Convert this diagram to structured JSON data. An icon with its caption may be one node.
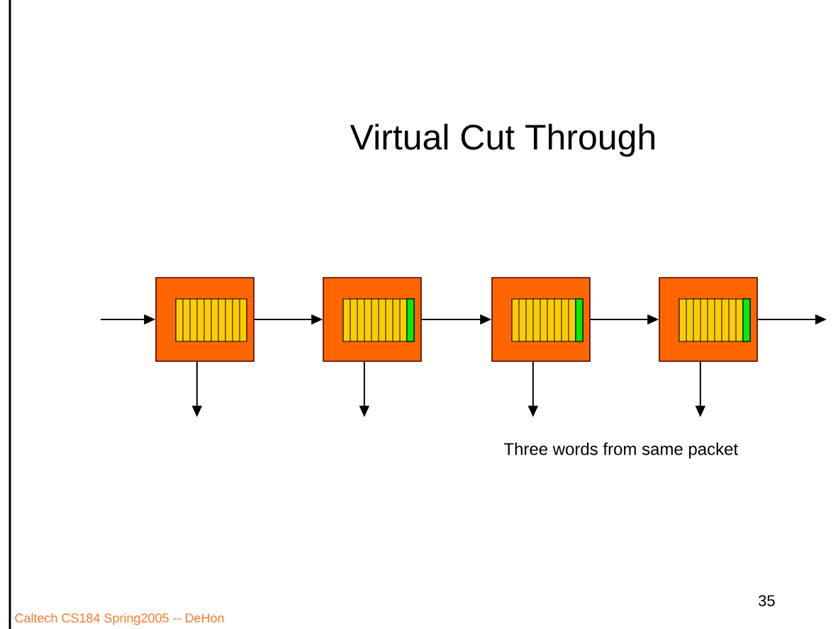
{
  "diagram": {
    "title": "Virtual Cut Through",
    "nodes": [
      {
        "text": [],
        "shape": "box"
      },
      {
        "text": [],
        "shape": "box"
      },
      {
        "text": [],
        "shape": "box"
      },
      {
        "text": [],
        "shape": "box"
      }
    ],
    "edges": [
      {
        "from": null,
        "to": 0,
        "arrow": "to"
      },
      {
        "from": 0,
        "to": 1,
        "arrow": "to"
      },
      {
        "from": 1,
        "to": 2,
        "arrow": "to"
      },
      {
        "from": 2,
        "to": 3,
        "arrow": "to"
      },
      {
        "from": 3,
        "to": null,
        "arrow": "to"
      },
      {
        "from": 0,
        "to": null,
        "arrow": "to"
      },
      {
        "from": 1,
        "to": null,
        "arrow": "to"
      },
      {
        "from": 2,
        "to": null,
        "arrow": "to"
      },
      {
        "from": 3,
        "to": null,
        "arrow": "to"
      }
    ],
    "labels": [
      "Three words from same packet",
      "35",
      "Caltech CS184 Spring2005 -- DeHon"
    ]
  }
}
